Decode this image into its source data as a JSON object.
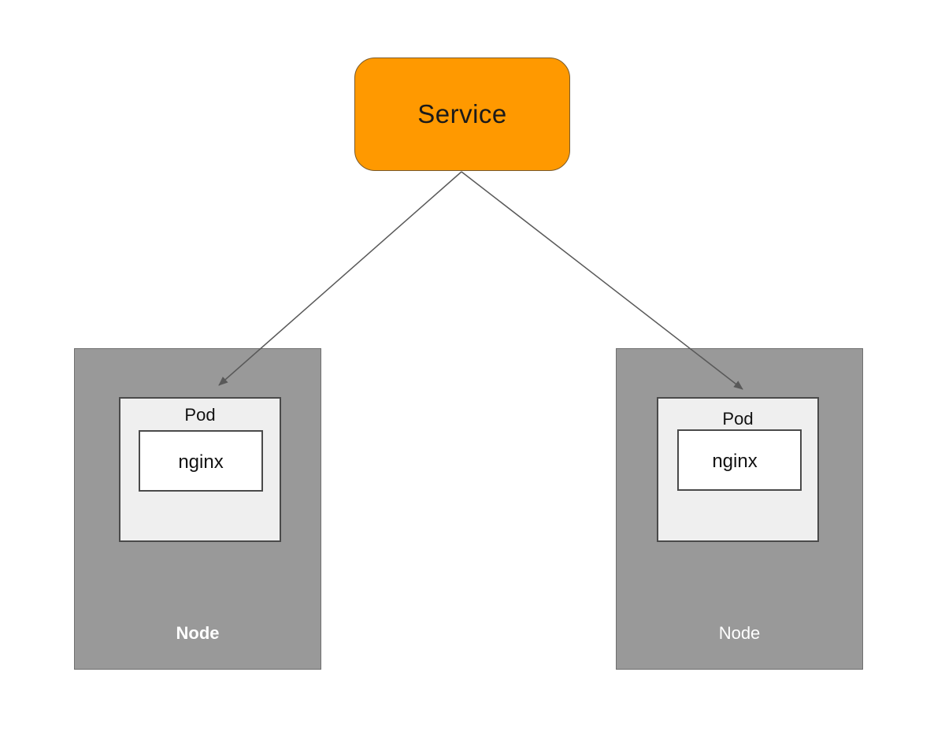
{
  "colors": {
    "service_fill": "#ff9900",
    "node_fill": "#999999",
    "pod_fill": "#efefef",
    "arrow": "#595959"
  },
  "service": {
    "label": "Service"
  },
  "nodes": [
    {
      "label": "Node",
      "pod": {
        "label": "Pod",
        "container": "nginx"
      }
    },
    {
      "label": "Node",
      "pod": {
        "label": "Pod",
        "container": "nginx"
      }
    }
  ]
}
